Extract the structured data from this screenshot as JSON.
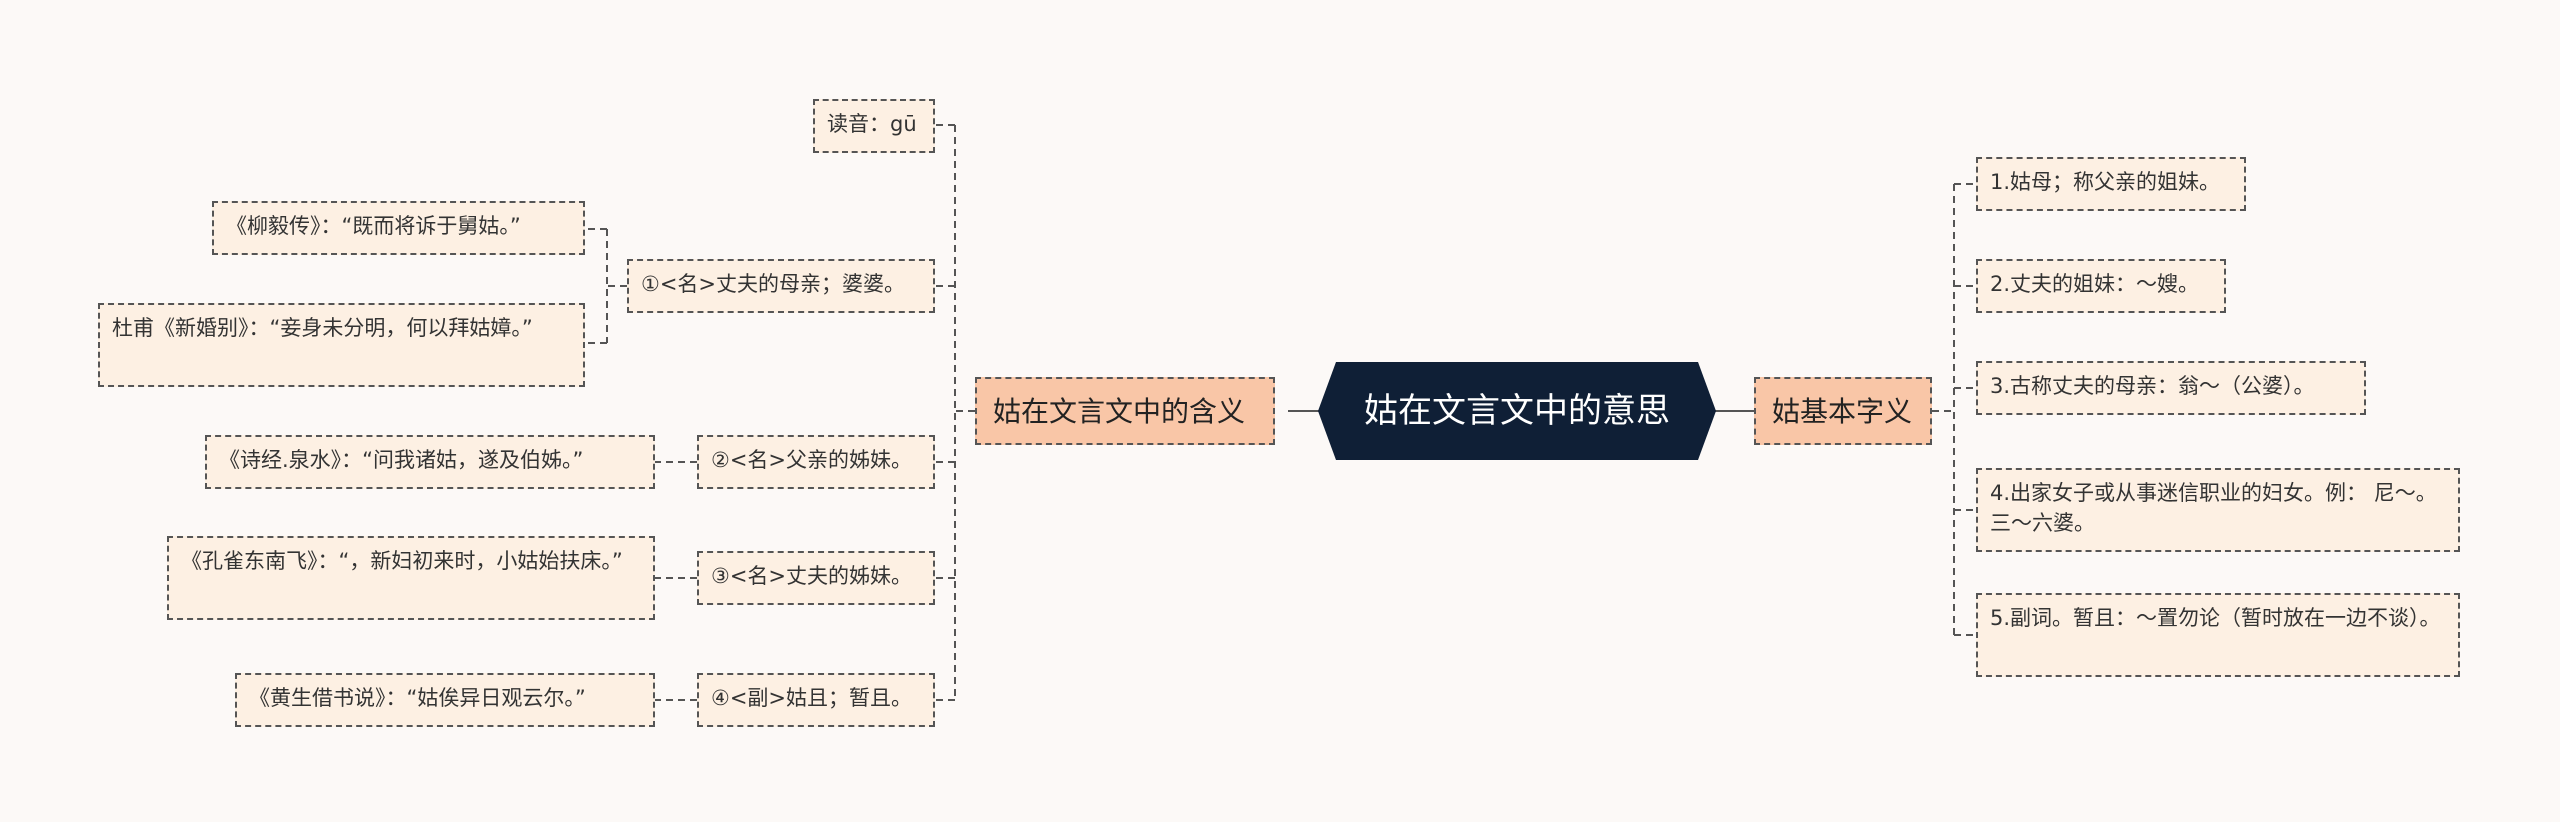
{
  "root": {
    "label": "姑在文言文中的意思"
  },
  "left_branch": {
    "label": "姑在文言文中的含义",
    "children": [
      {
        "label": "读音：gū"
      },
      {
        "label": "①<名>丈夫的母亲；婆婆。",
        "examples": [
          "《柳毅传》：“既而将诉于舅姑。”",
          "杜甫《新婚别》：“妾身未分明，何以拜姑嫜。”"
        ]
      },
      {
        "label": "②<名>父亲的姊妹。",
        "examples": [
          "《诗经.泉水》：“问我诸姑，遂及伯姊。”"
        ]
      },
      {
        "label": "③<名>丈夫的姊妹。",
        "examples": [
          "《孔雀东南飞》：“，新妇初来时，小姑始扶床。”"
        ]
      },
      {
        "label": "④<副>姑且；暂且。",
        "examples": [
          "《黄生借书说》：“姑俟异日观云尔。”"
        ]
      }
    ]
  },
  "right_branch": {
    "label": "姑基本字义",
    "children": [
      {
        "label": "1.姑母；称父亲的姐妹。"
      },
      {
        "label": "2.丈夫的姐妹：～嫂。"
      },
      {
        "label": "3.古称丈夫的母亲：翁～（公婆）。"
      },
      {
        "label": "4.出家女子或从事迷信职业的妇女。例： 尼～。三～六婆。"
      },
      {
        "label": "5.副词。暂且：～置勿论（暂时放在一边不谈）。"
      }
    ]
  },
  "colors": {
    "root_fill": "#0f1f36",
    "branch_fill": "#f9c6a7",
    "leaf_fill": "#fdf0e3",
    "line": "#555555",
    "background": "#fcf9f7"
  }
}
